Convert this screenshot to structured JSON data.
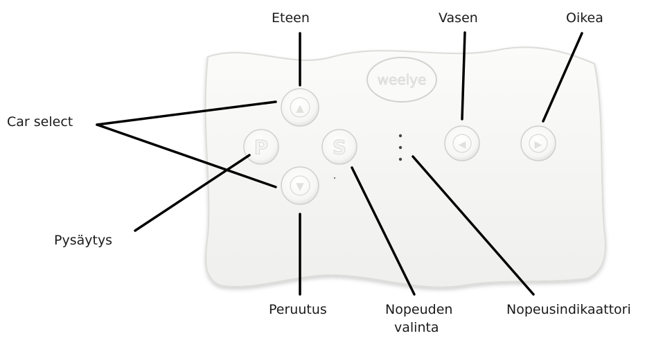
{
  "device": {
    "logo_text": "weelye",
    "buttons": {
      "forward": {
        "glyph": "▲"
      },
      "reverse": {
        "glyph": "▼"
      },
      "park": {
        "glyph": "P"
      },
      "speed": {
        "glyph": "S"
      },
      "left": {
        "glyph": "◀"
      },
      "right": {
        "glyph": "▶"
      }
    }
  },
  "labels": {
    "forward": "Eteen",
    "left": "Vasen",
    "right": "Oikea",
    "car_select": "Car select",
    "stop": "Pysäytys",
    "reverse": "Peruutus",
    "speed_select_line1": "Nopeuden",
    "speed_select_line2": "valinta",
    "speed_indicator": "Nopeusindikaattori"
  },
  "colors": {
    "body": "#f7f7f6",
    "body_edge": "#d9d9d6",
    "button_face": "#fbfbfa",
    "button_edge": "#cfcfcc",
    "glyph": "#e2e2df",
    "leader_line": "#000000",
    "label_text": "#1a1a1a"
  }
}
